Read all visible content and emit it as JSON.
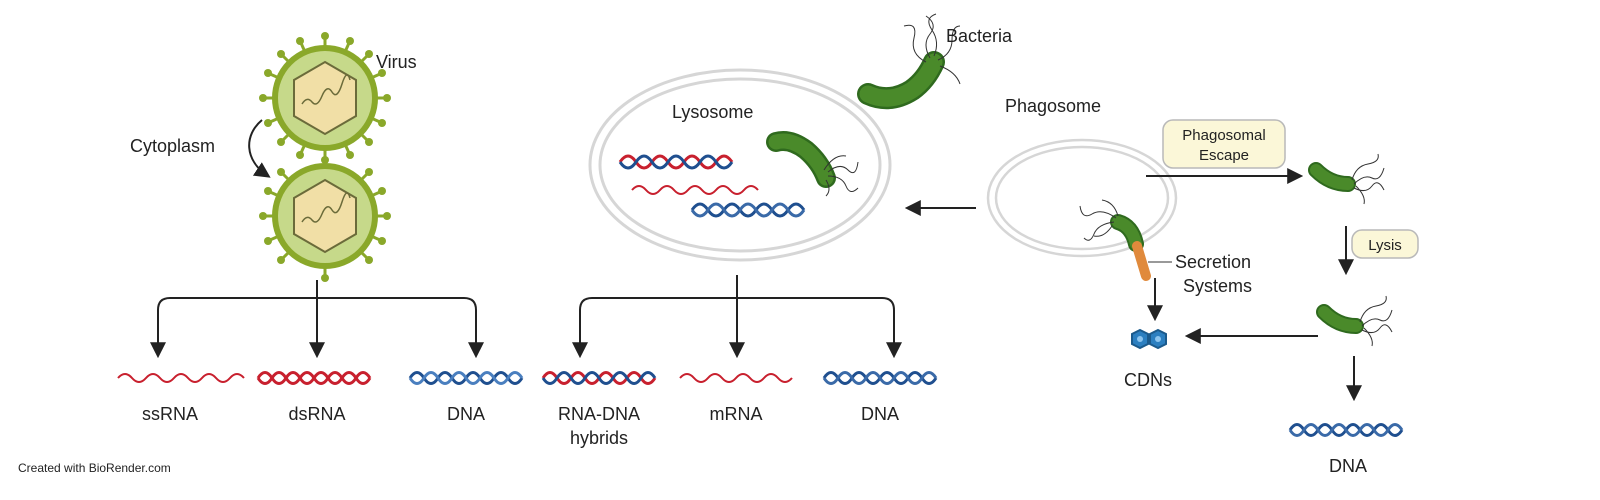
{
  "labels": {
    "virus": "Virus",
    "cytoplasm": "Cytoplasm",
    "lysosome": "Lysosome",
    "bacteria": "Bacteria",
    "phagosome": "Phagosome",
    "phagosomal_escape_1": "Phagosomal",
    "phagosomal_escape_2": "Escape",
    "lysis": "Lysis",
    "secretion_1": "Secretion",
    "secretion_2": "Systems",
    "cdns": "CDNs"
  },
  "virus_products": [
    "ssRNA",
    "dsRNA",
    "DNA"
  ],
  "lysosome_products": {
    "rna_dna_1": "RNA-DNA",
    "rna_dna_2": "hybrids",
    "mrna": "mRNA",
    "dna": "DNA"
  },
  "bacterial_dna": "DNA",
  "credit": "Created with BioRender.com",
  "colors": {
    "rna_red": "#c8202e",
    "dna_blue": "#1f4f8f",
    "bacteria_green": "#4a8a2a",
    "virus_green": "#8aa82a",
    "virus_core": "#f1dfa6",
    "box_fill": "#fbf7d8",
    "cdn_blue": "#2c7fc0",
    "secretion_orange": "#e08a3c"
  }
}
